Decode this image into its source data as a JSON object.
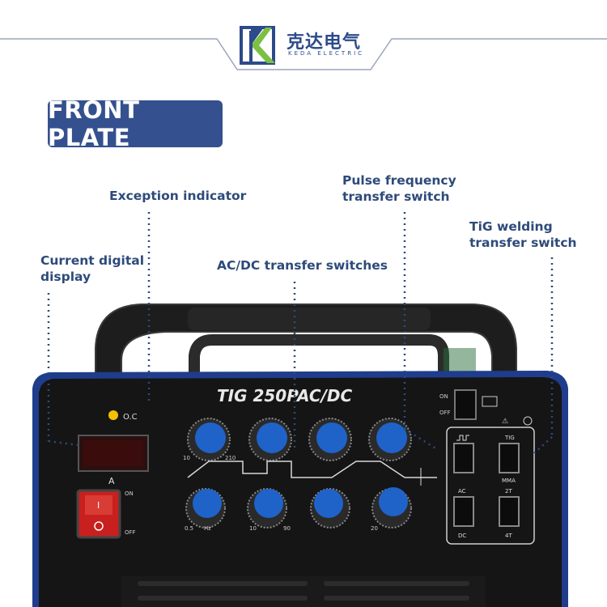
{
  "brand": {
    "name": "克达电气",
    "sub": "KEDA ELECTRIC"
  },
  "title": "FRONT PLATE",
  "callouts": {
    "exception_indicator": "Exception indicator",
    "current_display_1": "Current digital",
    "current_display_2": "display",
    "acdc_switches": "AC/DC transfer switches",
    "pulse_switch_1": "Pulse frequency",
    "pulse_switch_2": "transfer switch",
    "tig_switch_1": "TiG welding",
    "tig_switch_2": "transfer switch"
  },
  "machine": {
    "model": "TIG 250PAC/DC",
    "oc_label": "O.C",
    "display_unit": "A",
    "power_on": "ON",
    "power_off": "OFF",
    "rocker_on": "ON",
    "rocker_off": "OFF",
    "sw_tig": "TIG",
    "sw_mma": "MMA",
    "sw_ac": "AC",
    "sw_dc": "DC",
    "sw_2t": "2T",
    "sw_4t": "4T",
    "knob_top_min": "10",
    "knob_top_max": "210",
    "knob_hz": "Hz",
    "knob_05": "0.5",
    "knob_10": "10",
    "knob_90": "90",
    "knob_20": "20"
  },
  "colors": {
    "accent": "#34508f",
    "label": "#2d4a7a",
    "panel": "#161616",
    "frame": "#1f3d8c",
    "knob": "#1f63c9",
    "led": "#f2c200",
    "rocker": "#c8201e"
  }
}
